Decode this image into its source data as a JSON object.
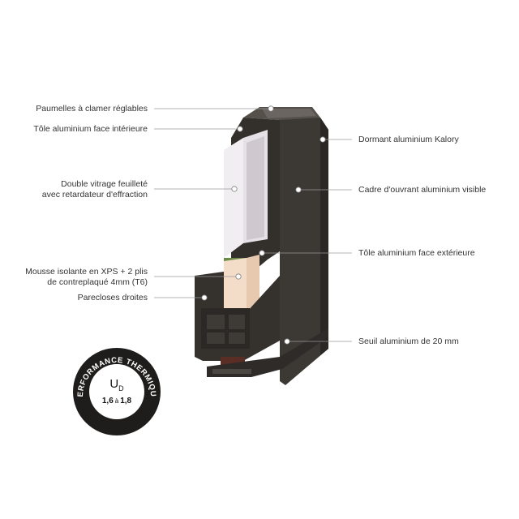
{
  "labels_left": [
    {
      "id": "paumelles",
      "lines": [
        "Paumelles à clamer réglables"
      ]
    },
    {
      "id": "tole-int",
      "lines": [
        "Tôle aluminium face intérieure"
      ]
    },
    {
      "id": "vitrage",
      "lines": [
        "Double vitrage feuilleté",
        "avec retardateur d'effraction"
      ]
    },
    {
      "id": "mousse",
      "lines": [
        "Mousse isolante en XPS + 2 plis",
        "de contreplaqué 4mm (T6)"
      ]
    },
    {
      "id": "parecloses",
      "lines": [
        "Parecloses droites"
      ]
    }
  ],
  "labels_right": [
    {
      "id": "dormant",
      "lines": [
        "Dormant aluminium Kalory"
      ]
    },
    {
      "id": "cadre",
      "lines": [
        "Cadre d'ouvrant aluminium visible"
      ]
    },
    {
      "id": "tole-ext",
      "lines": [
        "Tôle aluminium face extérieure"
      ]
    },
    {
      "id": "seuil",
      "lines": [
        "Seuil aluminium de 20 mm"
      ]
    }
  ],
  "badge": {
    "ring_text": "PERFORMANCE THERMIQUE",
    "ud_main": "U",
    "ud_sub": "D",
    "range_min": "1,6",
    "range_sep": "à",
    "range_max": "1,8"
  },
  "colors": {
    "profile": "#3a3632",
    "profile_dark": "#26231f",
    "glass": "#e9e6ea",
    "foam": "#f1d9c4",
    "line": "#9a9a9a"
  }
}
